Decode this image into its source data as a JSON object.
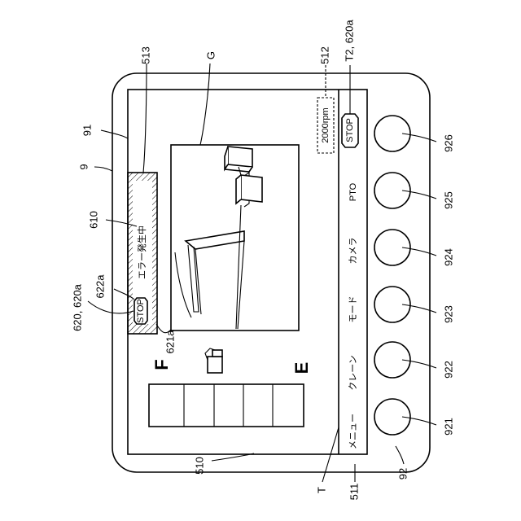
{
  "references": {
    "ref_513": "513",
    "ref_G": "G",
    "ref_512": "512",
    "ref_T2_620a": "T2, 620a",
    "ref_91": "91",
    "ref_9": "9",
    "ref_610": "610",
    "ref_620_620a_622a": "620, 620a\n622a",
    "ref_621a": "621a",
    "ref_510": "510",
    "ref_T": "T",
    "ref_511": "511",
    "ref_92": "92",
    "ref_921": "921",
    "ref_922": "922",
    "ref_923": "923",
    "ref_924": "924",
    "ref_925": "925",
    "ref_926": "926"
  },
  "screen": {
    "rpm_label": "2000rpm",
    "stop_label": "STOP",
    "error_text": "エラー発生中",
    "fuel_full": "F",
    "fuel_empty": "E",
    "menu_items": [
      "メニュー",
      "クレーン",
      "モード",
      "カメラ",
      "PTO"
    ]
  },
  "buttons": [
    "921",
    "922",
    "923",
    "924",
    "925",
    "926"
  ]
}
